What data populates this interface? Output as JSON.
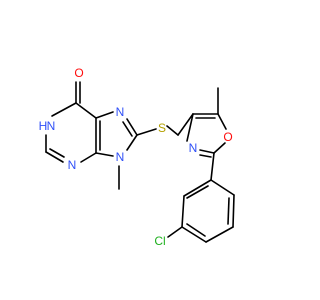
{
  "molecule": {
    "atoms": [
      {
        "id": "o6",
        "text": "O",
        "role": "carbonyl-oxygen"
      },
      {
        "id": "n1",
        "text": "H",
        "sub": "N",
        "role": "n1-nh"
      },
      {
        "id": "n3",
        "text": "N",
        "role": "pyrimidine-n3"
      },
      {
        "id": "n7",
        "text": "N",
        "role": "imidazole-n7"
      },
      {
        "id": "n9",
        "text": "N",
        "role": "imidazole-n9"
      },
      {
        "id": "s",
        "text": "S",
        "role": "thioether-sulfur"
      },
      {
        "id": "on",
        "text": "O",
        "role": "oxazole-oxygen"
      },
      {
        "id": "nn",
        "text": "N",
        "role": "oxazole-nitrogen"
      },
      {
        "id": "cl",
        "text": "Cl",
        "role": "chlorine"
      }
    ],
    "colors": {
      "bond": "#000000",
      "nitrogen": "#3050F8",
      "oxygen": "#FF0D0D",
      "sulfur": "#B3A000",
      "chlorine": "#1FB01F"
    }
  }
}
